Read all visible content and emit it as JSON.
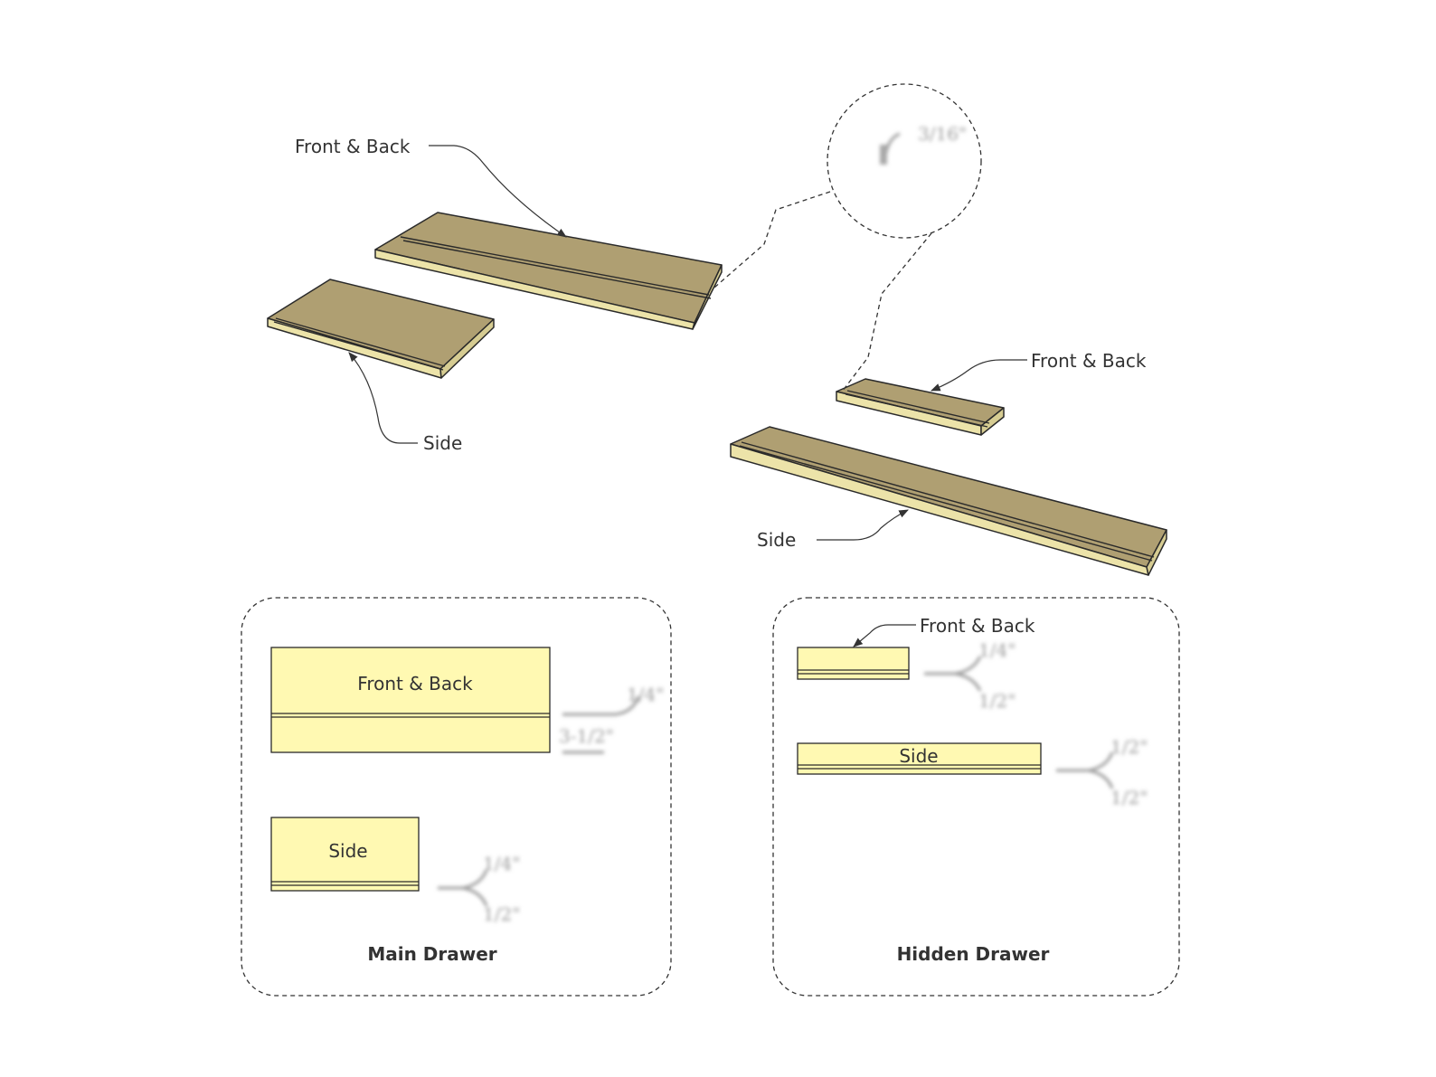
{
  "callouts": {
    "main_front_back": "Front & Back",
    "main_side": "Side",
    "hidden_front_back": "Front & Back",
    "hidden_side": "Side"
  },
  "detail": {
    "groove_depth": "3/16\""
  },
  "panels": {
    "main": {
      "title": "Main Drawer",
      "front_back": {
        "label": "Front & Back",
        "dim_top": "1/4\"",
        "dim_height": "3-1/2\""
      },
      "side": {
        "label": "Side",
        "dim_top": "1/4\"",
        "dim_bottom": "1/2\""
      }
    },
    "hidden": {
      "title": "Hidden Drawer",
      "front_back": {
        "label": "Front & Back",
        "dim_top": "1/4\"",
        "dim_bottom": "1/2\""
      },
      "side": {
        "label": "Side",
        "dim_top": "1/2\"",
        "dim_bottom": "1/2\""
      }
    }
  },
  "colors": {
    "board_top": "#af9f72",
    "board_edge": "#ece3a9",
    "panel_fill": "#fff9b2"
  }
}
